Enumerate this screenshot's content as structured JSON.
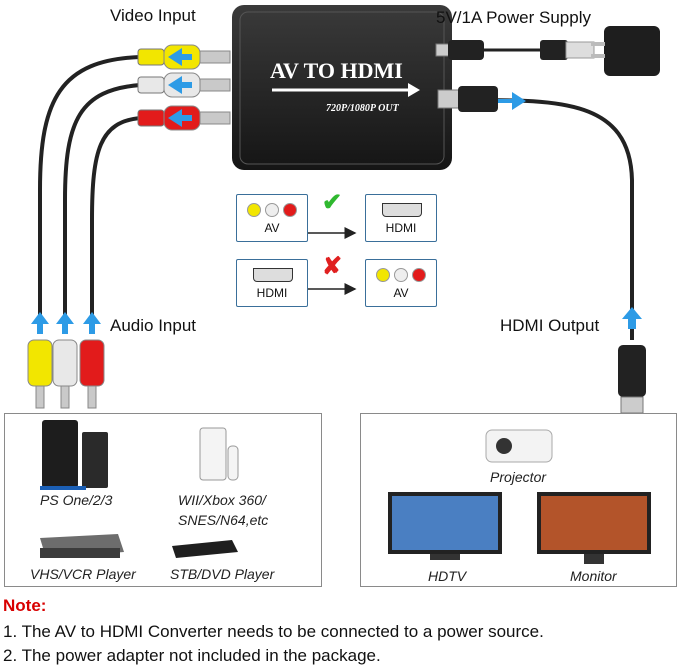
{
  "labels": {
    "video_input": "Video Input",
    "power_supply": "5V/1A Power Supply",
    "audio_input": "Audio Input",
    "hdmi_output": "HDMI Output"
  },
  "converter": {
    "title": "AV TO HDMI",
    "subtitle": "720P/1080P OUT"
  },
  "compat": {
    "row1": {
      "from": "AV",
      "to": "HDMI",
      "mark": "✔"
    },
    "row2": {
      "from": "HDMI",
      "to": "AV",
      "mark": "✘"
    }
  },
  "sources": [
    "PS One/2/3",
    "WII/Xbox 360/",
    "SNES/N64,etc",
    "VHS/VCR Player",
    "STB/DVD Player"
  ],
  "displays": [
    "Projector",
    "HDTV",
    "Monitor"
  ],
  "notes": {
    "title": "Note:",
    "line1": "1. The AV to HDMI Converter needs to be connected to a power source.",
    "line2": "2. The power adapter not included in the package."
  },
  "colors": {
    "rca_yellow": "#f2e600",
    "rca_white": "#e8e8e8",
    "rca_red": "#e21b1b",
    "arrow_blue": "#2d9be6",
    "check_green": "#2fb82f",
    "cross_red": "#e02020",
    "note_red": "#d80000"
  }
}
